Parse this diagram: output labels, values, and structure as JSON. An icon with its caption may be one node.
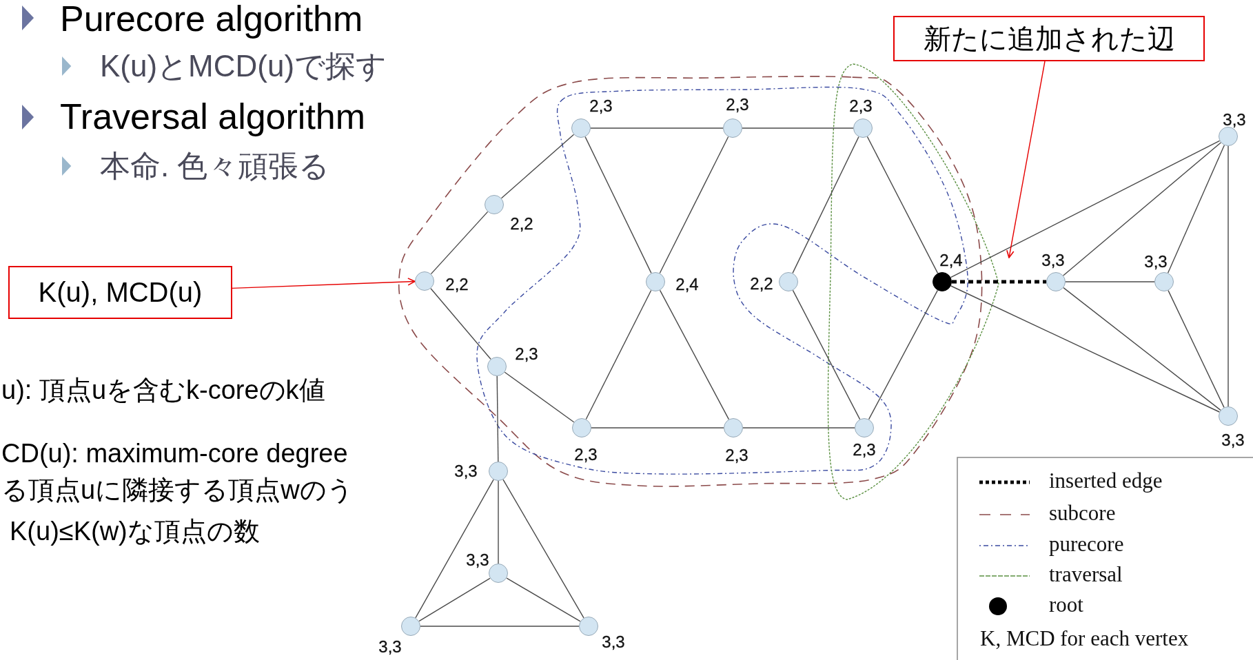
{
  "diagram": {
    "nodes": [
      {
        "text": [],
        "shape": "circle",
        "beside": [
          "2,3"
        ]
      },
      {
        "text": [],
        "shape": "circle",
        "beside": [
          "2,3"
        ]
      },
      {
        "text": [],
        "shape": "circle",
        "beside": [
          "2,3"
        ]
      },
      {
        "text": [],
        "shape": "circle",
        "beside": [
          "2,2"
        ]
      },
      {
        "text": [],
        "shape": "circle",
        "beside": [
          "2,2"
        ]
      },
      {
        "text": [],
        "shape": "circle",
        "beside": [
          "2,4"
        ]
      },
      {
        "text": [],
        "shape": "circle",
        "beside": [
          "2,2"
        ]
      },
      {
        "text": [],
        "shape": "circle",
        "beside": [
          "2,4"
        ]
      },
      {
        "text": [],
        "shape": "circle",
        "beside": [
          "3,3"
        ]
      },
      {
        "text": [],
        "shape": "circle",
        "beside": [
          "3,3"
        ]
      },
      {
        "text": [],
        "shape": "circle",
        "beside": [
          "3,3"
        ]
      },
      {
        "text": [],
        "shape": "circle",
        "beside": [
          "3,3"
        ]
      },
      {
        "text": [],
        "shape": "circle",
        "beside": [
          "2,3"
        ]
      },
      {
        "text": [],
        "shape": "circle",
        "beside": [
          "2,3"
        ]
      },
      {
        "text": [],
        "shape": "circle",
        "beside": [
          "2,3"
        ]
      },
      {
        "text": [],
        "shape": "circle",
        "beside": [
          "2,3"
        ]
      },
      {
        "text": [],
        "shape": "circle",
        "beside": [
          "3,3"
        ]
      },
      {
        "text": [],
        "shape": "circle",
        "beside": [
          "3,3"
        ]
      },
      {
        "text": [],
        "shape": "circle",
        "beside": [
          "3,3"
        ]
      },
      {
        "text": [],
        "shape": "circle",
        "beside": [
          "3,3"
        ]
      },
      {
        "text": [
          "K(u), MCD(u)"
        ]
      },
      {
        "text": [
          "新たに追加された辺"
        ]
      }
    ],
    "edges": [
      {
        "from": 0,
        "to": 1,
        "arrow": "none"
      },
      {
        "from": 1,
        "to": 2,
        "arrow": "none"
      },
      {
        "from": 0,
        "to": 3,
        "arrow": "none"
      },
      {
        "from": 3,
        "to": 4,
        "arrow": "none"
      },
      {
        "from": 4,
        "to": 12,
        "arrow": "none"
      },
      {
        "from": 12,
        "to": 13,
        "arrow": "none"
      },
      {
        "from": 13,
        "to": 14,
        "arrow": "none"
      },
      {
        "from": 14,
        "to": 15,
        "arrow": "none"
      },
      {
        "from": 0,
        "to": 5,
        "arrow": "none"
      },
      {
        "from": 5,
        "to": 14,
        "arrow": "none"
      },
      {
        "from": 1,
        "to": 5,
        "arrow": "none"
      },
      {
        "from": 5,
        "to": 13,
        "arrow": "none"
      },
      {
        "from": 2,
        "to": 6,
        "arrow": "none"
      },
      {
        "from": 6,
        "to": 15,
        "arrow": "none"
      },
      {
        "from": 2,
        "to": 7,
        "arrow": "none"
      },
      {
        "from": 7,
        "to": 15,
        "arrow": "none"
      },
      {
        "from": 7,
        "to": 8,
        "arrow": "none",
        "style": "dashed",
        "color": "#000000"
      },
      {
        "from": 7,
        "to": 10,
        "arrow": "none"
      },
      {
        "from": 7,
        "to": 11,
        "arrow": "none"
      },
      {
        "from": 8,
        "to": 10,
        "arrow": "none"
      },
      {
        "from": 8,
        "to": 9,
        "arrow": "none"
      },
      {
        "from": 8,
        "to": 11,
        "arrow": "none"
      },
      {
        "from": 9,
        "to": 10,
        "arrow": "none"
      },
      {
        "from": 9,
        "to": 11,
        "arrow": "none"
      },
      {
        "from": 10,
        "to": 11,
        "arrow": "none"
      },
      {
        "from": 12,
        "to": 16,
        "arrow": "none"
      },
      {
        "from": 16,
        "to": 17,
        "arrow": "none"
      },
      {
        "from": 16,
        "to": 18,
        "arrow": "none"
      },
      {
        "from": 16,
        "to": 19,
        "arrow": "none"
      },
      {
        "from": 17,
        "to": 18,
        "arrow": "none"
      },
      {
        "from": 17,
        "to": 19,
        "arrow": "none"
      },
      {
        "from": 18,
        "to": 19,
        "arrow": "none"
      },
      {
        "from": 20,
        "to": 4,
        "arrow": "to",
        "color": "#e60000"
      },
      {
        "from": 21,
        "to": null,
        "arrow": "to",
        "color": "#e60000"
      }
    ],
    "labels": [
      "Purecore algorithm",
      "K(u)とMCD(u)で探す",
      "Traversal algorithm",
      "本命. 色々頑張る",
      "u): 頂点uを含むk-coreのk値",
      "CD(u): maximum-core degree",
      "る頂点uに隣接する頂点wのう",
      "K(u)≤K(w)な頂点の数",
      "K, MCD for each vertex"
    ],
    "legend": [
      {
        "text": "inserted edge"
      },
      {
        "text": "subcore"
      },
      {
        "text": "purecore"
      },
      {
        "text": "traversal"
      },
      {
        "text": "root"
      }
    ]
  }
}
